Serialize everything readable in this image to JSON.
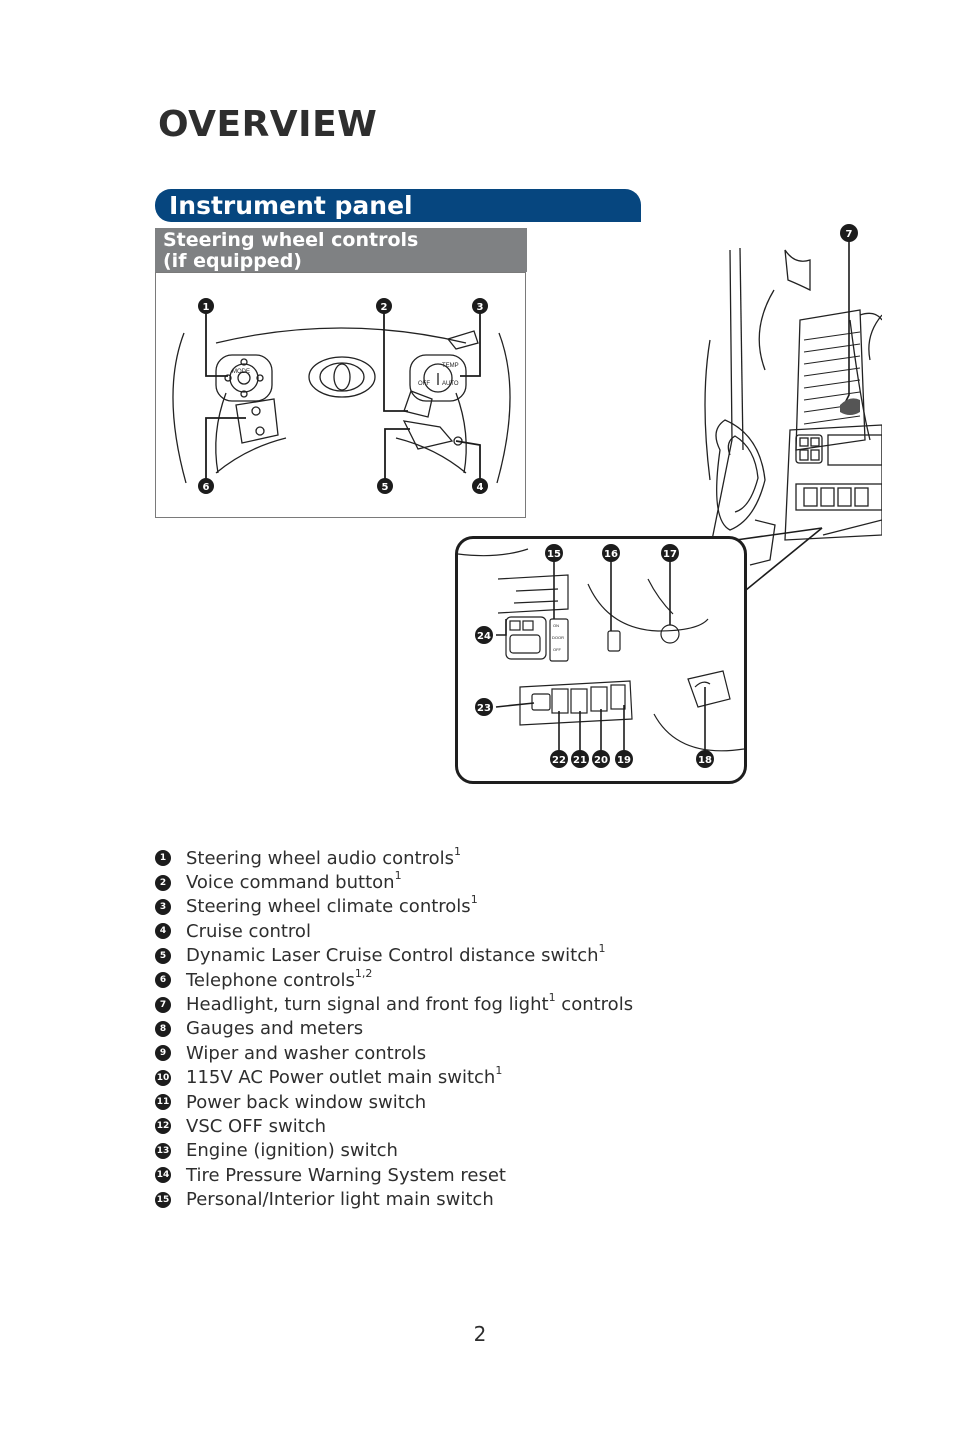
{
  "page": {
    "title": "OVERVIEW",
    "number": "2"
  },
  "section": {
    "title": "Instrument panel"
  },
  "subsection": {
    "title_line1": "Steering wheel controls",
    "title_line2": "(if equipped)"
  },
  "steering_callouts": [
    "1",
    "2",
    "3",
    "4",
    "5",
    "6"
  ],
  "dash_callouts": [
    "7"
  ],
  "inset_callouts": [
    "15",
    "16",
    "17",
    "18",
    "19",
    "20",
    "21",
    "22",
    "23",
    "24"
  ],
  "diagram_labels": {
    "mode": "MODE",
    "temp": "TEMP",
    "off": "OFF",
    "auto": "AUTO",
    "door_on": "ON",
    "door": "DOOR",
    "door_off": "OFF"
  },
  "legend": [
    {
      "num": "1",
      "text": "Steering wheel audio controls",
      "sup": "1",
      "after": ""
    },
    {
      "num": "2",
      "text": "Voice command button",
      "sup": "1",
      "after": ""
    },
    {
      "num": "3",
      "text": "Steering wheel climate controls",
      "sup": "1",
      "after": ""
    },
    {
      "num": "4",
      "text": "Cruise control",
      "sup": "",
      "after": ""
    },
    {
      "num": "5",
      "text": "Dynamic Laser Cruise Control distance switch",
      "sup": "1",
      "after": ""
    },
    {
      "num": "6",
      "text": "Telephone controls",
      "sup": "1,2",
      "after": ""
    },
    {
      "num": "7",
      "text": "Headlight, turn signal and front fog light",
      "sup": "1",
      "after": " controls"
    },
    {
      "num": "8",
      "text": "Gauges and meters",
      "sup": "",
      "after": ""
    },
    {
      "num": "9",
      "text": "Wiper and washer controls",
      "sup": "",
      "after": ""
    },
    {
      "num": "10",
      "text": "115V AC Power outlet main switch",
      "sup": "1",
      "after": ""
    },
    {
      "num": "11",
      "text": "Power back window switch",
      "sup": "",
      "after": ""
    },
    {
      "num": "12",
      "text": "VSC OFF switch",
      "sup": "",
      "after": ""
    },
    {
      "num": "13",
      "text": "Engine (ignition) switch",
      "sup": "",
      "after": ""
    },
    {
      "num": "14",
      "text": "Tire Pressure Warning System reset",
      "sup": "",
      "after": ""
    },
    {
      "num": "15",
      "text": "Personal/Interior light main switch",
      "sup": "",
      "after": ""
    }
  ]
}
